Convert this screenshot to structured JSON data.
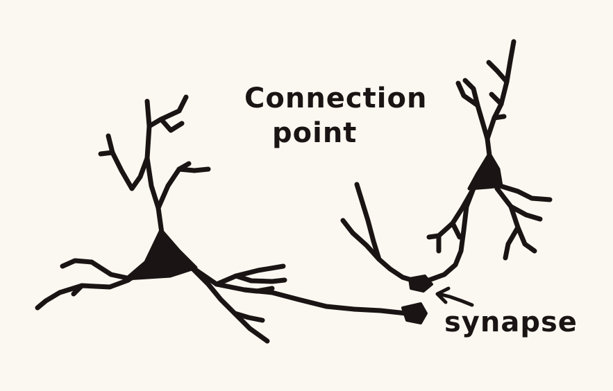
{
  "labels": {
    "connection_line1": "Connection",
    "connection_line2": "point",
    "synapse": "synapse"
  },
  "colors": {
    "ink": "#1a1514",
    "paper": "#fbf8f1"
  }
}
